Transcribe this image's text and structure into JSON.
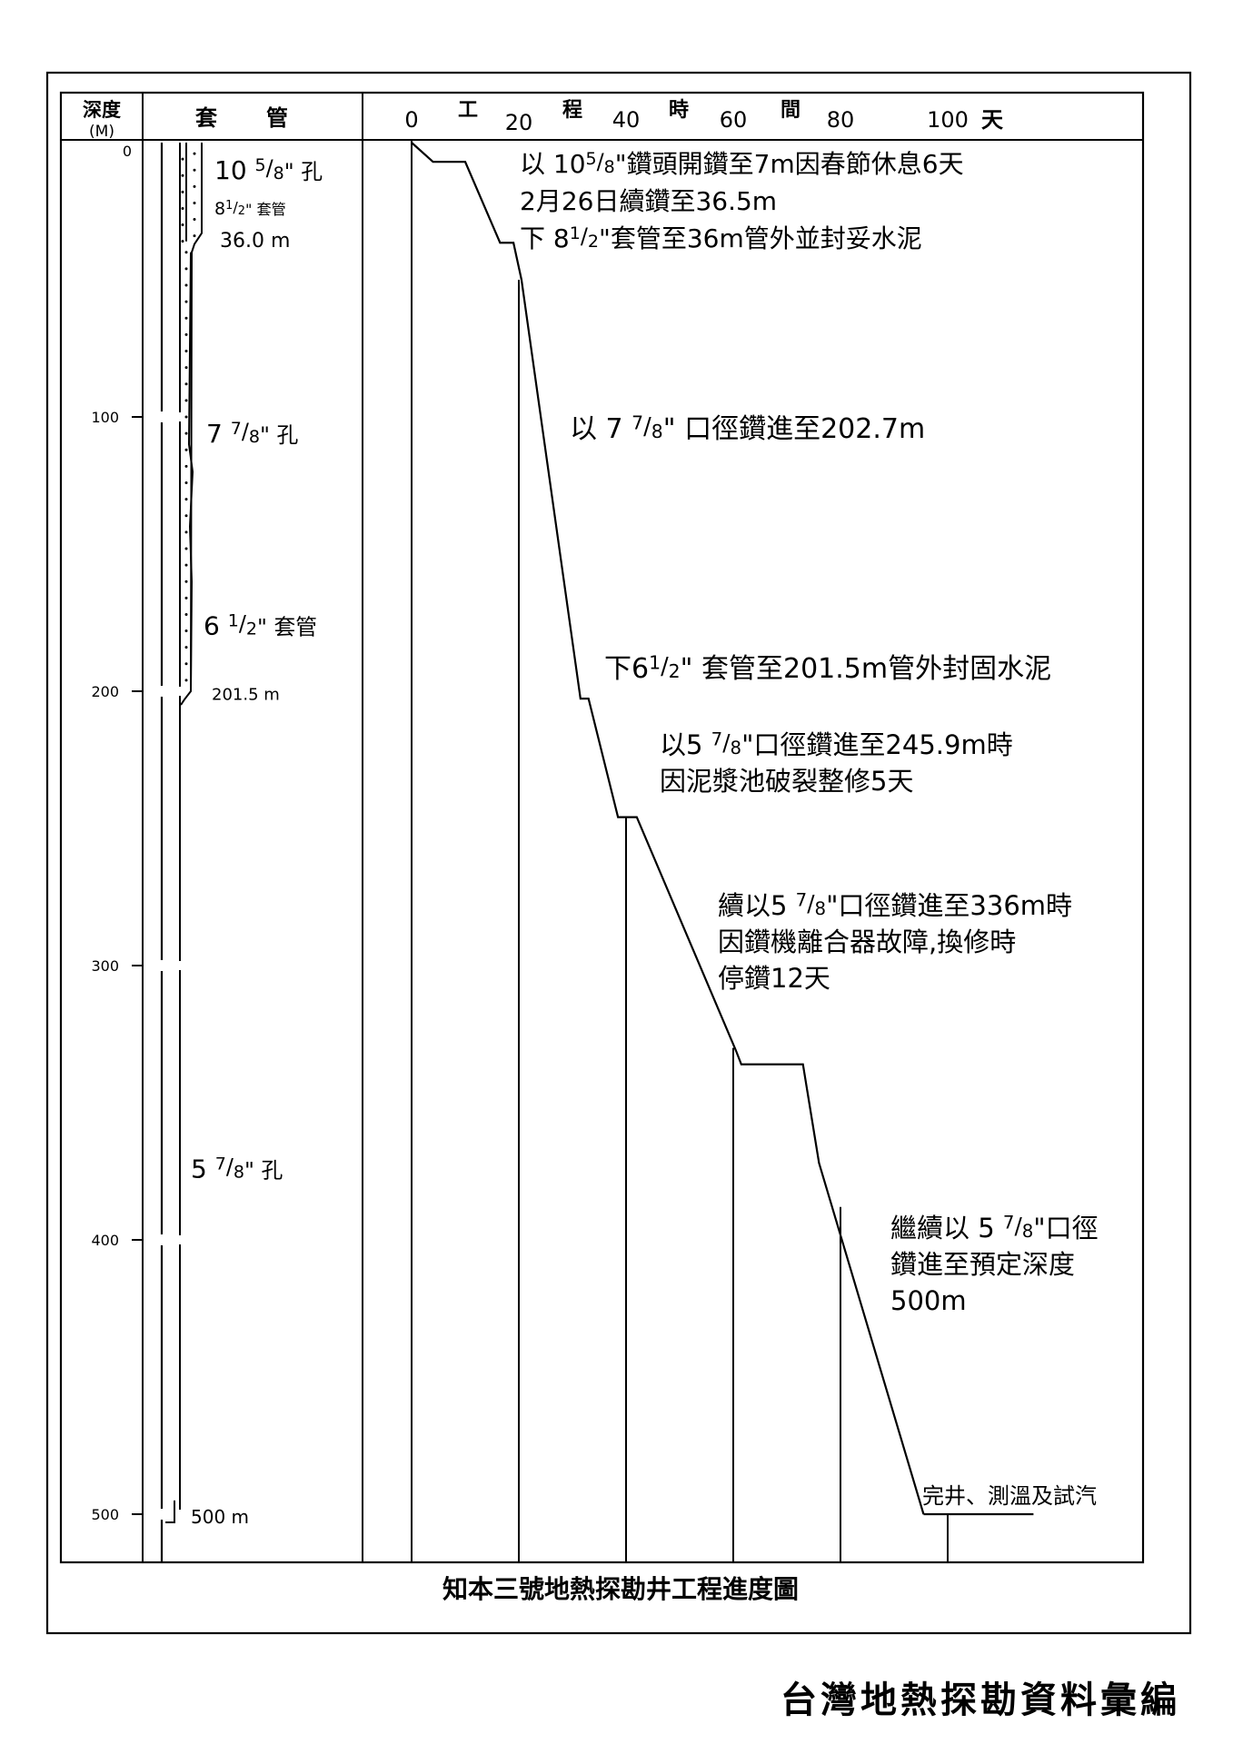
{
  "chart_data": {
    "type": "line",
    "title": "知本三號地熱探勘井工程進度圖",
    "header": {
      "depth_label": "深度",
      "depth_unit": "(M)",
      "casing_label_1": "套",
      "casing_label_2": "管",
      "time_label": [
        "工",
        "程",
        "時",
        "間"
      ],
      "time_unit": "天"
    },
    "ylabel": "深度 (M)",
    "xlabel": "工程時間 (天)",
    "y_ticks": [
      0,
      100,
      200,
      300,
      400,
      500
    ],
    "x_ticks": [
      0,
      20,
      40,
      60,
      80,
      100
    ],
    "ylim": [
      0,
      518
    ],
    "xlim": [
      0,
      136
    ],
    "series": [
      {
        "x": [
          0,
          4,
          10,
          16.5,
          19,
          20.5,
          31.5,
          33,
          38.5,
          42,
          60.5,
          61.5,
          73,
          76,
          95.5
        ],
        "y": [
          0,
          7,
          7,
          36.5,
          36.5,
          50,
          202.7,
          202.7,
          245.9,
          245.9,
          331,
          336,
          336,
          372,
          500
        ]
      }
    ],
    "phase_lines": [
      {
        "x": 20,
        "from": 50
      },
      {
        "x": 40,
        "from": 245.9
      },
      {
        "x": 60,
        "from": 330
      },
      {
        "x": 80,
        "from": 388
      },
      {
        "x": 100,
        "from": 500
      }
    ],
    "annotations": [
      {
        "lines": [
          [
            "以 10",
            "5/8",
            "\"鑽頭開鑽至7m因春節休息6天"
          ],
          [
            "2月26日續鑽至36.5m"
          ],
          [
            "下 8",
            "1/2",
            "\"套管至36m管外並封妥水泥"
          ]
        ]
      },
      {
        "lines": [
          [
            "以 7 ",
            "7/8",
            "\" 口徑鑽進至202.7m"
          ]
        ]
      },
      {
        "lines": [
          [
            "下6",
            "1/2",
            "\" 套管至201.5m管外封固水泥"
          ]
        ]
      },
      {
        "lines": [
          [
            "以5 ",
            "7/8",
            "\"口徑鑽進至245.9m時"
          ],
          [
            "因泥漿池破裂整修5天"
          ]
        ]
      },
      {
        "lines": [
          [
            "續以5 ",
            "7/8",
            "\"口徑鑽進至336m時"
          ],
          [
            "因鑽機離合器故障,換修時"
          ],
          [
            "停鑽12天"
          ]
        ]
      },
      {
        "lines": [
          [
            "繼續以 5 ",
            "7/8",
            "\"口徑"
          ],
          [
            "鑽進至預定深度"
          ],
          [
            "500m"
          ]
        ]
      },
      {
        "lines": [
          [
            "完井、測溫及試汽"
          ]
        ]
      }
    ],
    "casing_labels": [
      {
        "pre": "10 ",
        "frac": "5/8",
        "post": "\" 孔",
        "depth": 10
      },
      {
        "pre": "8",
        "frac": "1/2",
        "post": "\"  套管",
        "depth": 24
      },
      {
        "text": "36.0 m",
        "depth": 36.5
      },
      {
        "pre": "7  ",
        "frac": "7/8",
        "post": "\" 孔",
        "depth": 106
      },
      {
        "pre": "6 ",
        "frac": "1/2",
        "post": "\"  套管",
        "depth": 176
      },
      {
        "text": "201.5 m",
        "depth": 201
      },
      {
        "pre": "5  ",
        "frac": "7/8",
        "post": "\" 孔",
        "depth": 374
      },
      {
        "text": "500 m",
        "depth": 501
      }
    ]
  },
  "footer": "台灣地熱探勘資料彙編"
}
